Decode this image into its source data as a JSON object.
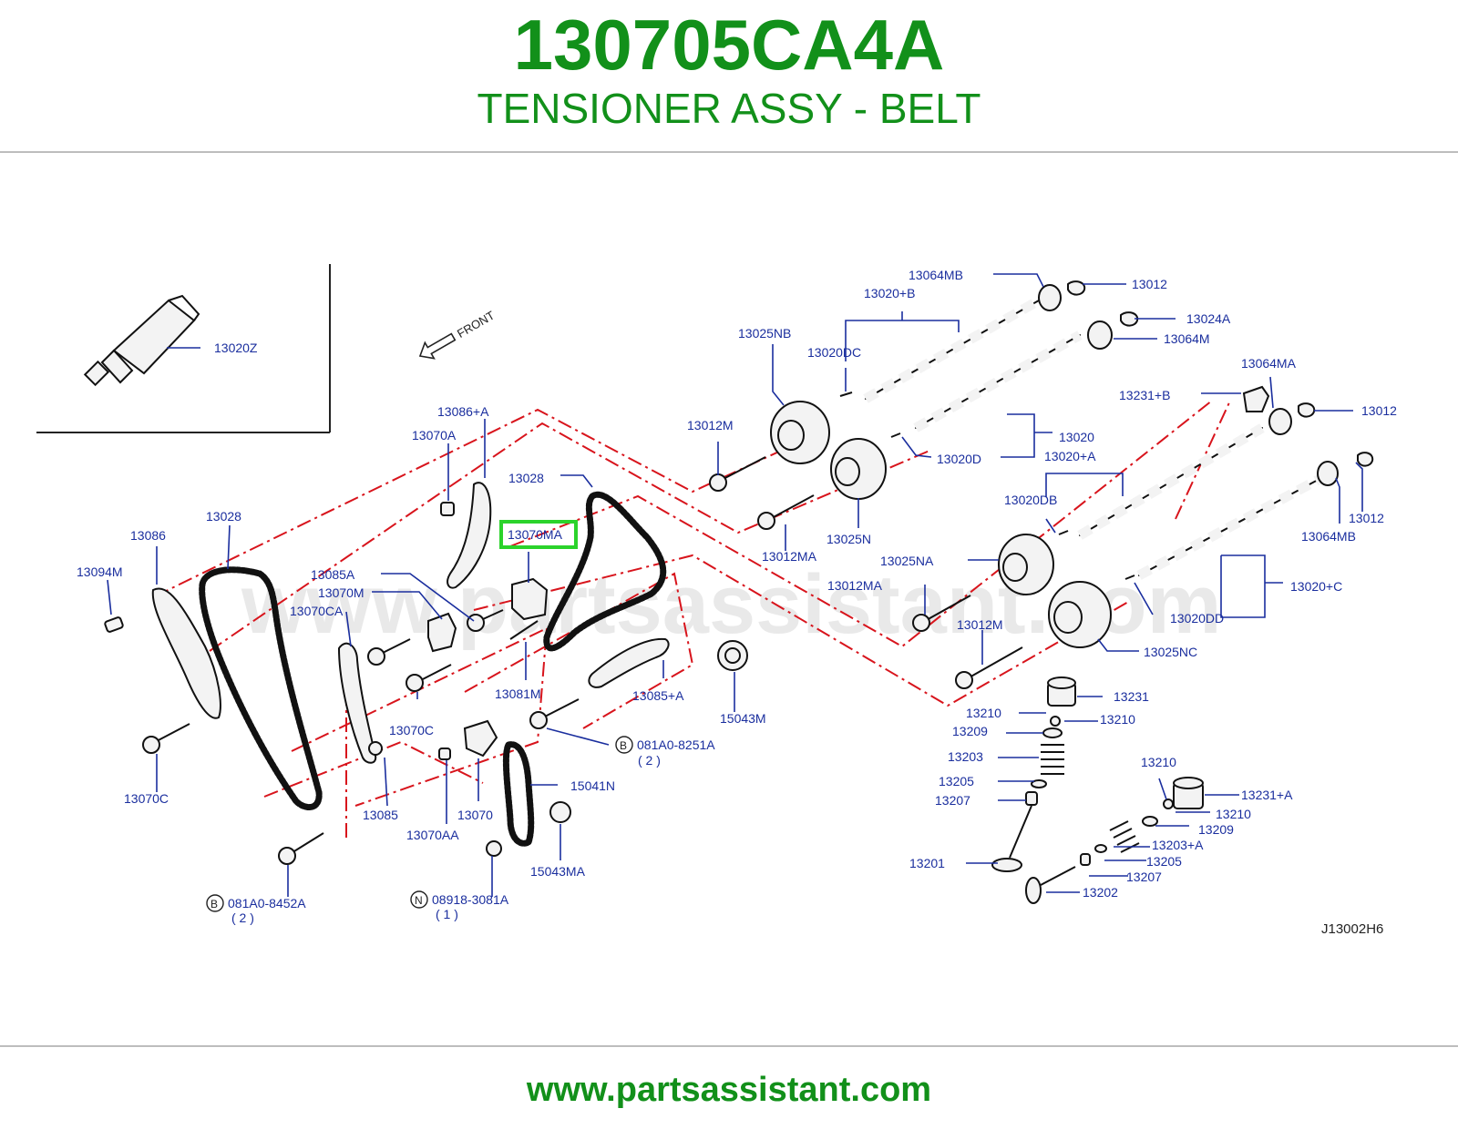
{
  "header": {
    "part_number": "130705CA4A",
    "title": "TENSIONER ASSY - BELT"
  },
  "footer": {
    "url": "www.partsassistant.com"
  },
  "diagram": {
    "watermark": "www.partsassistant.com",
    "front_label": "FRONT",
    "ref_code": "J13002H6",
    "highlighted": "13070MA",
    "labels": {
      "l13020Z": "13020Z",
      "l13064MB_a": "13064MB",
      "l13012_a": "13012",
      "l13020B": "13020+B",
      "l13024A": "13024A",
      "l13064M": "13064M",
      "l13025NB": "13025NB",
      "l13020DC": "13020DC",
      "l13086A": "13086+A",
      "l13064MA": "13064MA",
      "l13231B": "13231+B",
      "l13012_b": "13012",
      "l13070A": "13070A",
      "l13012M_a": "13012M",
      "l13020": "13020",
      "l13020D": "13020D",
      "l13028_a": "13028",
      "l13020A": "13020+A",
      "l13028_b": "13028",
      "l13020DB": "13020DB",
      "l13012_c": "13012",
      "l13086": "13086",
      "l13070MA": "13070MA",
      "l13025N": "13025N",
      "l13064MB_b": "13064MB",
      "l13012MA_a": "13012MA",
      "l13025NA": "13025NA",
      "l13094M": "13094M",
      "l13085A": "13085A",
      "l13012MA_b": "13012MA",
      "l13020C": "13020+C",
      "l13070M": "13070M",
      "l13070CA": "13070CA",
      "l13020DD": "13020DD",
      "l13012M_b": "13012M",
      "l13025NC": "13025NC",
      "l13081M": "13081M",
      "l13085pA": "13085+A",
      "l13231": "13231",
      "l13210_a": "13210",
      "l13210_b": "13210",
      "l15043M": "15043M",
      "l13209": "13209",
      "l13070C_a": "13070C",
      "l081A0_8251A": "081A0-8251A",
      "q8251": "( 2 )",
      "l13203": "13203",
      "l13210_c": "13210",
      "l15041N": "15041N",
      "l13205": "13205",
      "l13231A": "13231+A",
      "l13070C_b": "13070C",
      "l13207": "13207",
      "l13210_d": "13210",
      "l13085": "13085",
      "l13070": "13070",
      "l13209_b": "13209",
      "l13070AA": "13070AA",
      "l13203A": "13203+A",
      "l13201": "13201",
      "l13205_b": "13205",
      "l15043MA": "15043MA",
      "l13207_b": "13207",
      "l13202": "13202",
      "l081A0_8452A": "081A0-8452A",
      "q8452": "( 2 )",
      "l08918_3081A": "08918-3081A",
      "q3081": "( 1 )",
      "circB1": "B",
      "circB2": "B",
      "circN": "N"
    }
  }
}
